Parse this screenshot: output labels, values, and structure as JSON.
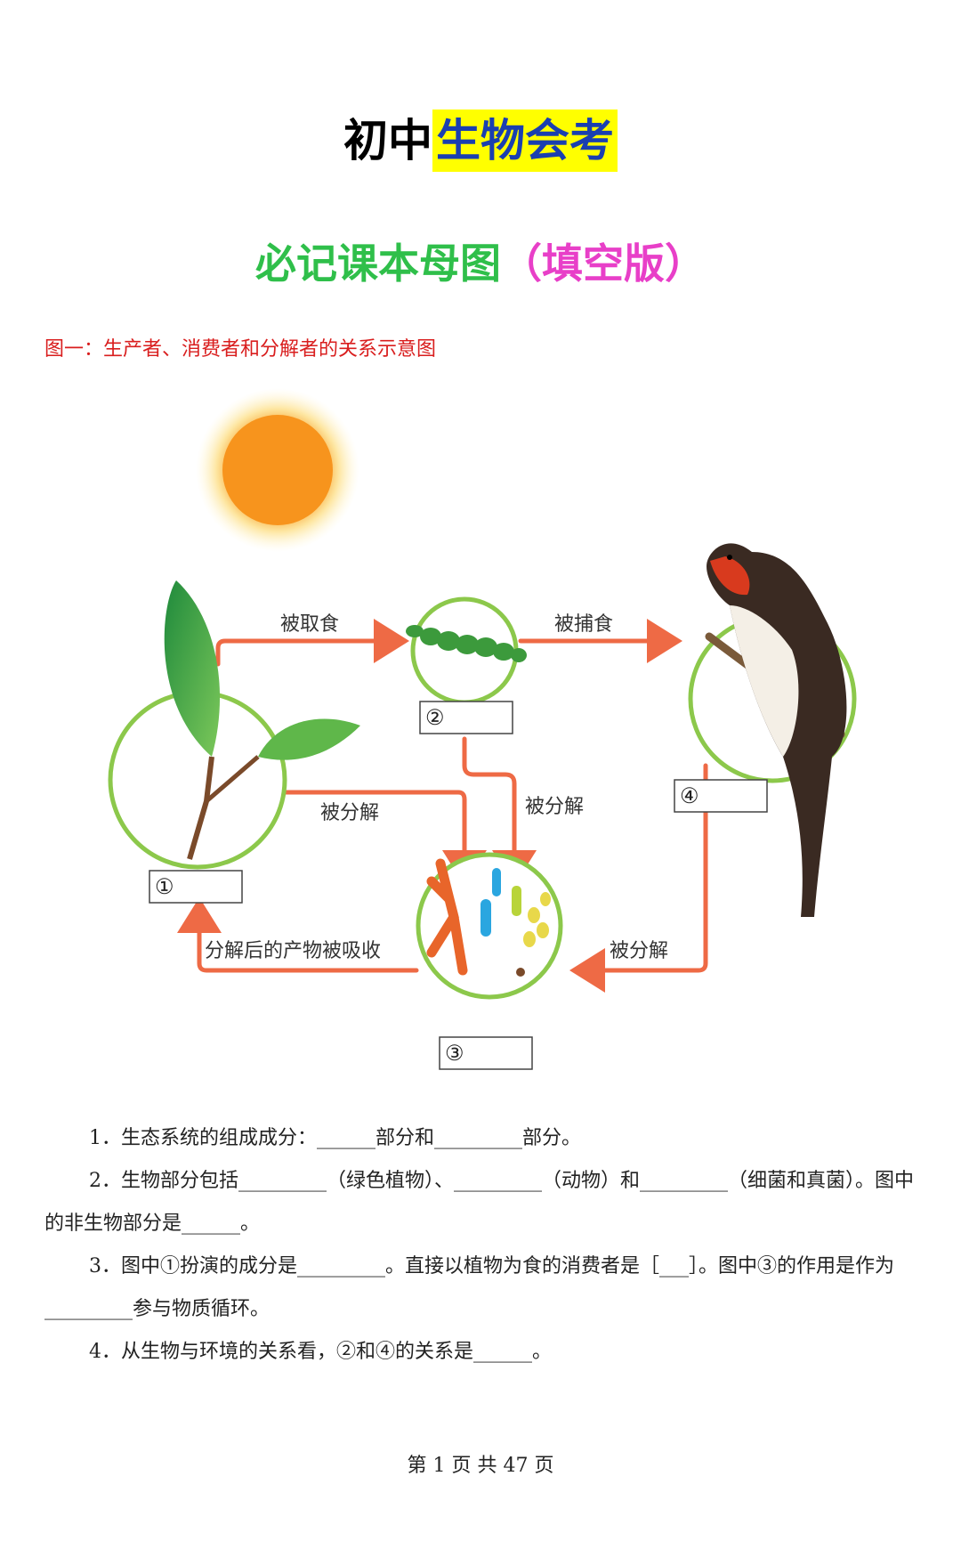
{
  "header": {
    "title_plain": "初中",
    "title_highlight": "生物会考",
    "subtitle_green": "必记课本母图",
    "subtitle_pink": "（填空版）"
  },
  "figure": {
    "caption": "图一：生产者、消费者和分解者的关系示意图",
    "labels": {
      "eaten": "被取食",
      "preyed": "被捕食",
      "decomposed_a": "被分解",
      "decomposed_b": "被分解",
      "decomposed_c": "被分解",
      "absorbed": "分解后的产物被吸收"
    },
    "boxes": [
      "①",
      "②",
      "③",
      "④"
    ],
    "colors": {
      "arrow": "#ee6a45",
      "circle": "#8cc84b",
      "sun": "#f7941d"
    }
  },
  "questions": [
    "1．生态系统的组成成分：______部分和_________部分。",
    "2．生物部分包括_________（绿色植物）、_________（动物）和_________（细菌和真菌）。图中的非生物部分是______。",
    "3．图中①扮演的成分是_________。直接以植物为食的消费者是［___］。图中③的作用是作为_________参与物质循环。",
    "4．从生物与环境的关系看，②和④的关系是______。"
  ],
  "footer": "第 1 页 共 47 页"
}
